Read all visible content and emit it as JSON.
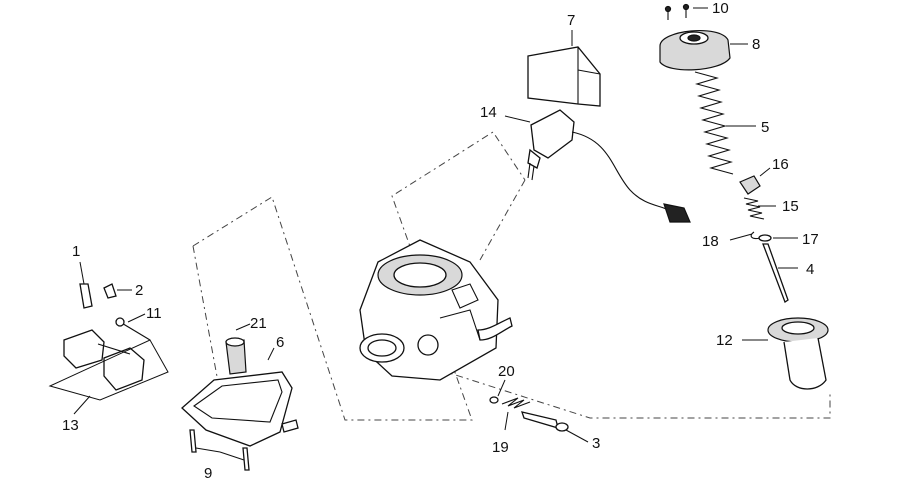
{
  "diagram": {
    "callouts": [
      {
        "id": "p1",
        "label": "1"
      },
      {
        "id": "p2",
        "label": "2"
      },
      {
        "id": "p3",
        "label": "3"
      },
      {
        "id": "p4",
        "label": "4"
      },
      {
        "id": "p5",
        "label": "5"
      },
      {
        "id": "p6",
        "label": "6"
      },
      {
        "id": "p7",
        "label": "7"
      },
      {
        "id": "p8",
        "label": "8"
      },
      {
        "id": "p9",
        "label": "9"
      },
      {
        "id": "p10",
        "label": "10"
      },
      {
        "id": "p11",
        "label": "11"
      },
      {
        "id": "p12",
        "label": "12"
      },
      {
        "id": "p13",
        "label": "13"
      },
      {
        "id": "p14",
        "label": "14"
      },
      {
        "id": "p15",
        "label": "15"
      },
      {
        "id": "p16",
        "label": "16"
      },
      {
        "id": "p17",
        "label": "17"
      },
      {
        "id": "p18",
        "label": "18"
      },
      {
        "id": "p19",
        "label": "19"
      },
      {
        "id": "p20",
        "label": "20"
      },
      {
        "id": "p21",
        "label": "21"
      }
    ]
  }
}
